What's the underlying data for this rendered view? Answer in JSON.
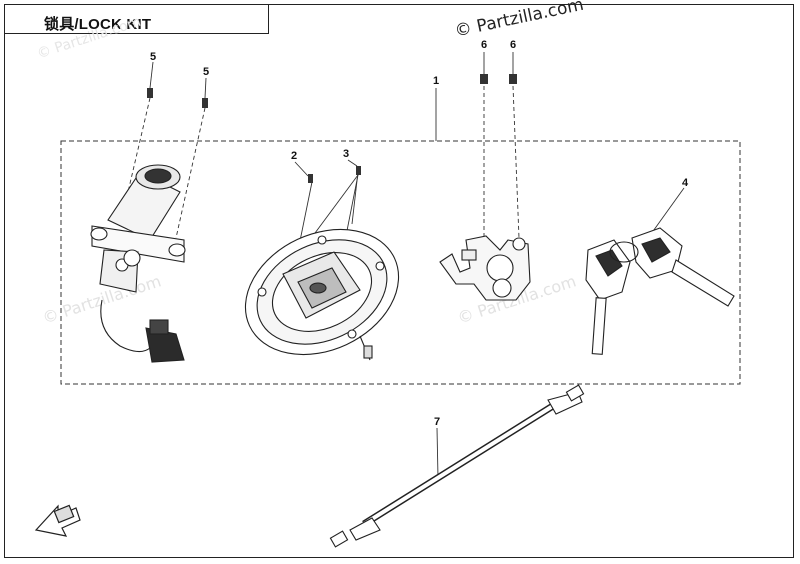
{
  "title": "锁具/LOCK KIT",
  "watermarks": {
    "top": "© Partzilla.com",
    "faint_left": "© Partzilla.com",
    "faint_right": "© Partzilla.com",
    "faint_top": "© Partzilla.com"
  },
  "callouts": {
    "c1": "1",
    "c2": "2",
    "c3": "3",
    "c4": "4",
    "c5a": "5",
    "c5b": "5",
    "c6a": "6",
    "c6b": "6",
    "c7": "7"
  }
}
